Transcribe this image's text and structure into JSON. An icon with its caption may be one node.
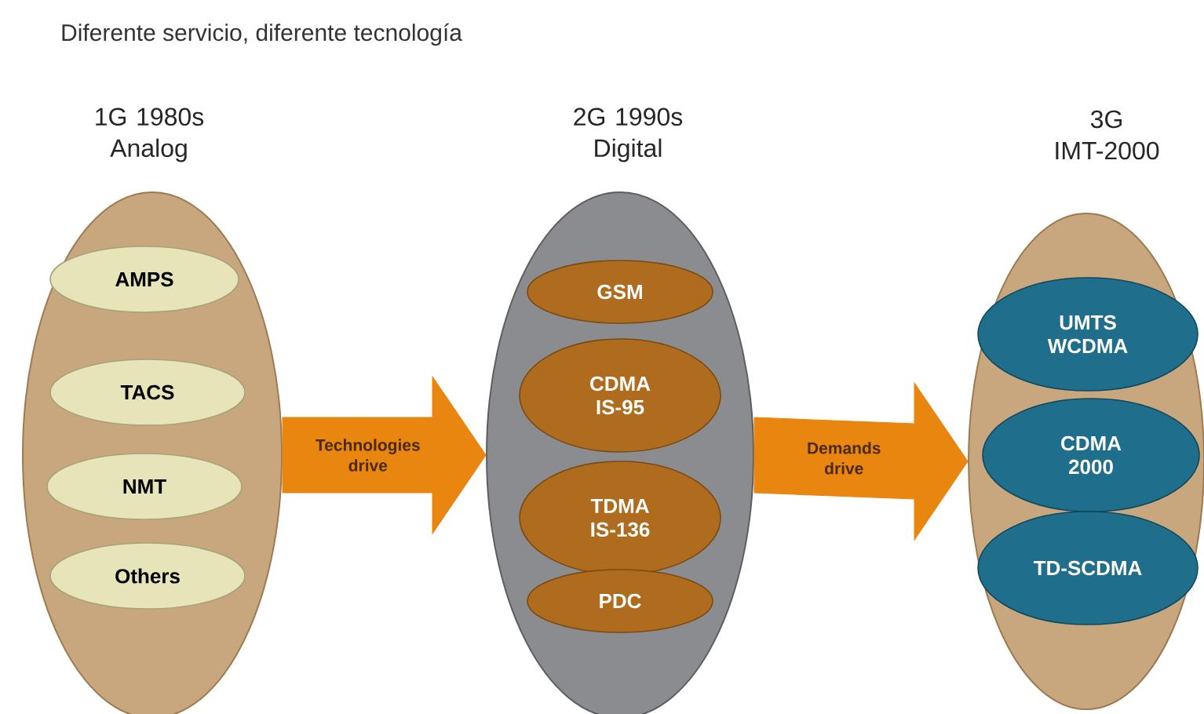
{
  "diagram": {
    "title": "Diferente servicio, diferente tecnología",
    "nodes": [
      {
        "text": [
          "1G 1980s Analog"
        ]
      },
      {
        "text": [
          "AMPS"
        ],
        "in": 0
      },
      {
        "text": [
          "TACS"
        ],
        "in": 0
      },
      {
        "text": [
          "NMT"
        ],
        "in": 0
      },
      {
        "text": [
          "Others"
        ],
        "in": 0
      },
      {
        "text": [
          "2G 1990s Digital"
        ]
      },
      {
        "text": [
          "GSM"
        ],
        "in": 5
      },
      {
        "text": [
          "CDMA IS-95"
        ],
        "in": 5
      },
      {
        "text": [
          "TDMA IS-136"
        ],
        "in": 5
      },
      {
        "text": [
          "PDC"
        ],
        "in": 5
      },
      {
        "text": [
          "3G IMT-2000"
        ]
      },
      {
        "text": [
          "UMTS WCDMA"
        ],
        "in": 10
      },
      {
        "text": [
          "CDMA 2000"
        ],
        "in": 10
      },
      {
        "text": [
          "TD-SCDMA"
        ],
        "in": 10
      }
    ],
    "edges": [
      {
        "from": 0,
        "to": 5,
        "arrow": "to",
        "label": "Technologies drive",
        "style": "thick"
      },
      {
        "from": 5,
        "to": 10,
        "arrow": "to",
        "label": "Demands drive",
        "style": "thick"
      }
    ]
  }
}
